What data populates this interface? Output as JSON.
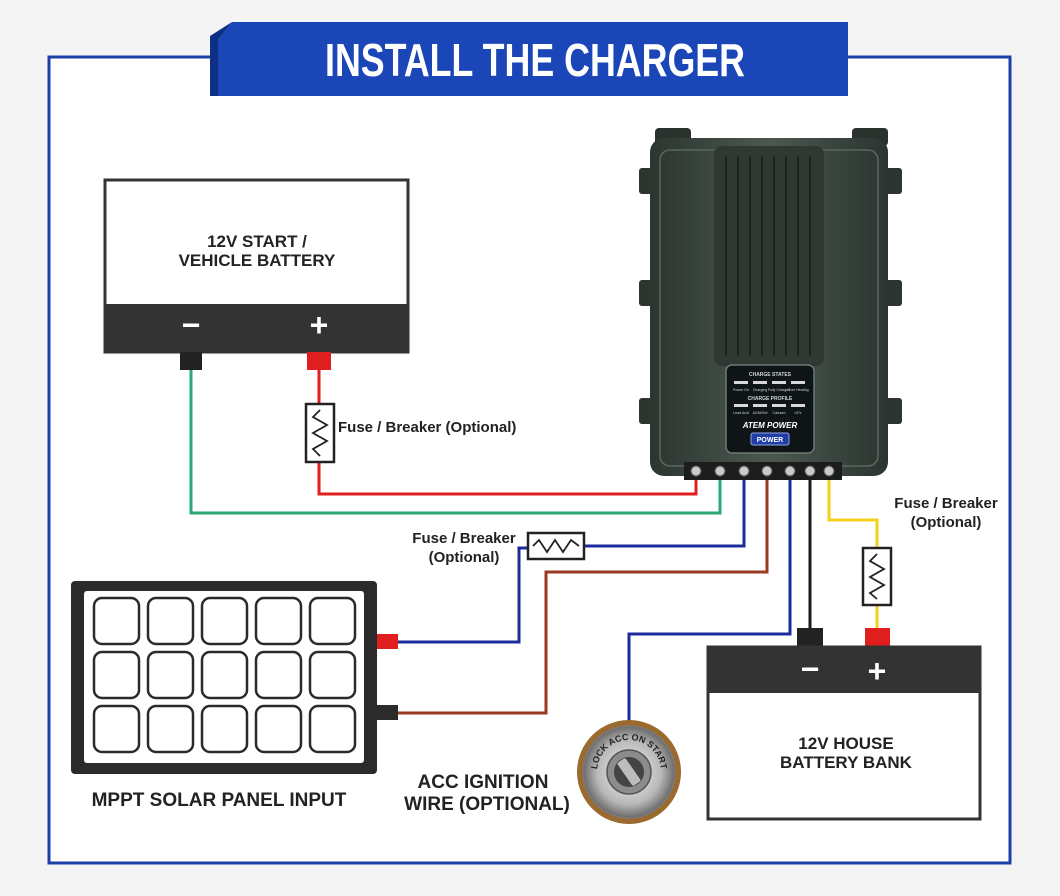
{
  "title": "INSTALL THE CHARGER",
  "start_battery": {
    "line1": "12V START /",
    "line2": "VEHICLE BATTERY",
    "minus": "−",
    "plus": "+"
  },
  "house_battery": {
    "line1": "12V HOUSE",
    "line2": "BATTERY BANK",
    "minus": "−",
    "plus": "+"
  },
  "fuse_start": "Fuse / Breaker (Optional)",
  "fuse_solar": {
    "line1": "Fuse / Breaker",
    "line2": "(Optional)"
  },
  "fuse_house": {
    "line1": "Fuse / Breaker",
    "line2": "(Optional)"
  },
  "solar_label": "MPPT SOLAR PANEL INPUT",
  "ignition_label": {
    "line1": "ACC IGNITION",
    "line2": "WIRE (OPTIONAL)"
  },
  "ignition_switch_text": "LOCK ACC ON START",
  "charger": {
    "charge_states_title": "CHARGE STATES",
    "charge_states": [
      "Power On",
      "Charging",
      "Fully Charged",
      "Over Heating"
    ],
    "charge_profile_title": "CHARGE PROFILE",
    "charge_profiles": [
      "Lead Acid",
      "AGM/Gel",
      "Calcium",
      "LiFe"
    ],
    "brand": "ATEM POWER",
    "power_button": "POWER"
  },
  "colors": {
    "banner": "#1a46b8",
    "frame": "#1c3fa8",
    "wire_green": "#2aa877",
    "wire_red": "#e01e1e",
    "wire_blue": "#1c2a9a",
    "wire_brown": "#9a3a22",
    "wire_black": "#1a1a1a",
    "wire_yellow": "#f2d21a",
    "charger_body": "#3c4841"
  }
}
